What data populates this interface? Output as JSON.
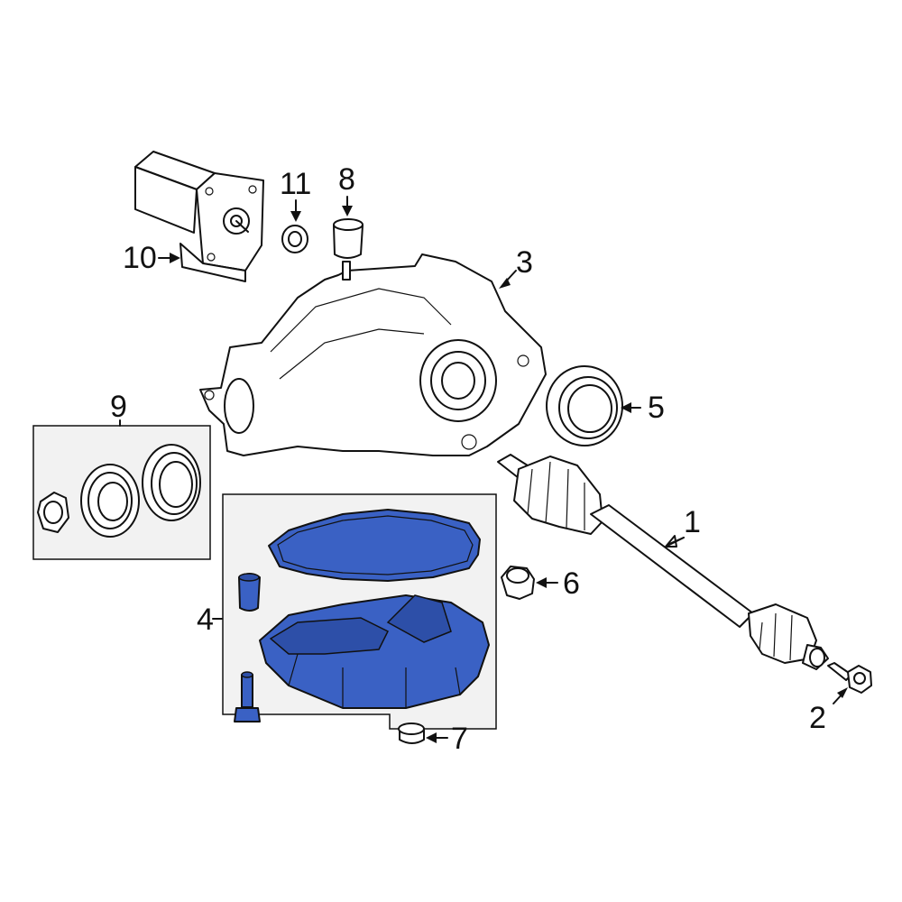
{
  "diagram": {
    "highlight_color": "#3a61c4",
    "callouts": [
      {
        "id": "1",
        "label": "1"
      },
      {
        "id": "2",
        "label": "2"
      },
      {
        "id": "3",
        "label": "3"
      },
      {
        "id": "4",
        "label": "4"
      },
      {
        "id": "5",
        "label": "5"
      },
      {
        "id": "6",
        "label": "6"
      },
      {
        "id": "7",
        "label": "7"
      },
      {
        "id": "8",
        "label": "8"
      },
      {
        "id": "9",
        "label": "9"
      },
      {
        "id": "10",
        "label": "10"
      },
      {
        "id": "11",
        "label": "11"
      }
    ]
  }
}
